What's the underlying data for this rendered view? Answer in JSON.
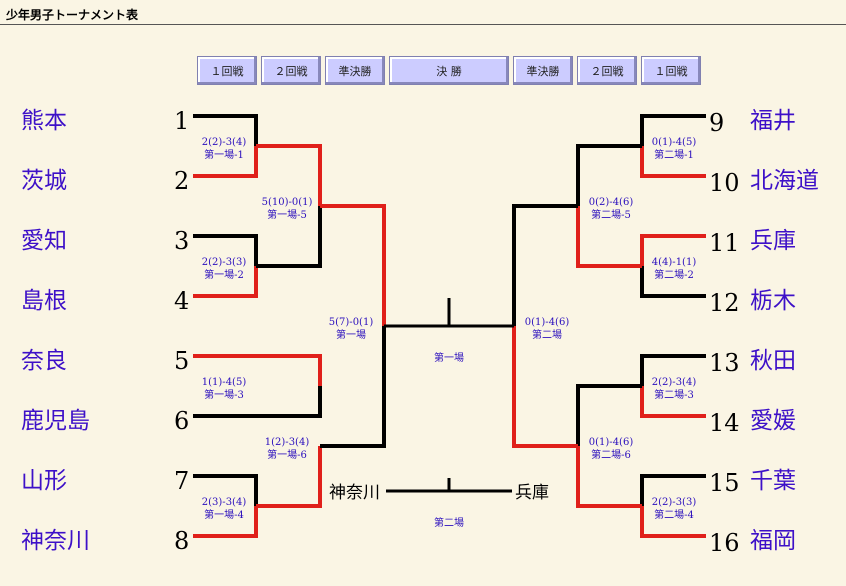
{
  "title": "少年男子トーナメント表",
  "round_headers": [
    "１回戦",
    "２回戦",
    "準決勝",
    "決 勝",
    "準決勝",
    "２回戦",
    "１回戦"
  ],
  "left_teams": [
    {
      "seed": "1",
      "name": "熊本"
    },
    {
      "seed": "2",
      "name": "茨城"
    },
    {
      "seed": "3",
      "name": "愛知"
    },
    {
      "seed": "4",
      "name": "島根"
    },
    {
      "seed": "5",
      "name": "奈良"
    },
    {
      "seed": "6",
      "name": "鹿児島"
    },
    {
      "seed": "7",
      "name": "山形"
    },
    {
      "seed": "8",
      "name": "神奈川"
    }
  ],
  "right_teams": [
    {
      "seed": "9",
      "name": "福井"
    },
    {
      "seed": "10",
      "name": "北海道"
    },
    {
      "seed": "11",
      "name": "兵庫"
    },
    {
      "seed": "12",
      "name": "栃木"
    },
    {
      "seed": "13",
      "name": "秋田"
    },
    {
      "seed": "14",
      "name": "愛媛"
    },
    {
      "seed": "15",
      "name": "千葉"
    },
    {
      "seed": "16",
      "name": "福岡"
    }
  ],
  "matches": {
    "l_r1_1": {
      "score": "2(2)-3(4)",
      "venue": "第一場-1"
    },
    "l_r1_2": {
      "score": "2(2)-3(3)",
      "venue": "第一場-2"
    },
    "l_r1_3": {
      "score": "1(1)-4(5)",
      "venue": "第一場-3"
    },
    "l_r1_4": {
      "score": "2(3)-3(4)",
      "venue": "第一場-4"
    },
    "l_r2_1": {
      "score": "5(10)-0(1)",
      "venue": "第一場-5"
    },
    "l_r2_2": {
      "score": "1(2)-3(4)",
      "venue": "第一場-6"
    },
    "l_sf": {
      "score": "5(7)-0(1)",
      "venue": "第一場"
    },
    "r_r1_1": {
      "score": "0(1)-4(5)",
      "venue": "第二場-1"
    },
    "r_r1_2": {
      "score": "4(4)-1(1)",
      "venue": "第二場-2"
    },
    "r_r1_3": {
      "score": "2(2)-3(4)",
      "venue": "第二場-3"
    },
    "r_r1_4": {
      "score": "2(2)-3(3)",
      "venue": "第二場-4"
    },
    "r_r2_1": {
      "score": "0(2)-4(6)",
      "venue": "第二場-5"
    },
    "r_r2_2": {
      "score": "0(1)-4(6)",
      "venue": "第二場-6"
    },
    "r_sf": {
      "score": "0(1)-4(6)",
      "venue": "第二場"
    }
  },
  "final": {
    "venue": "第一場"
  },
  "third_place": {
    "left": "神奈川",
    "right": "兵庫",
    "venue": "第二場"
  },
  "colors": {
    "winner_line": "#e0201a",
    "loser_line": "#000000",
    "team_text": "#3d10c8",
    "header_bg": "#ccccff"
  }
}
